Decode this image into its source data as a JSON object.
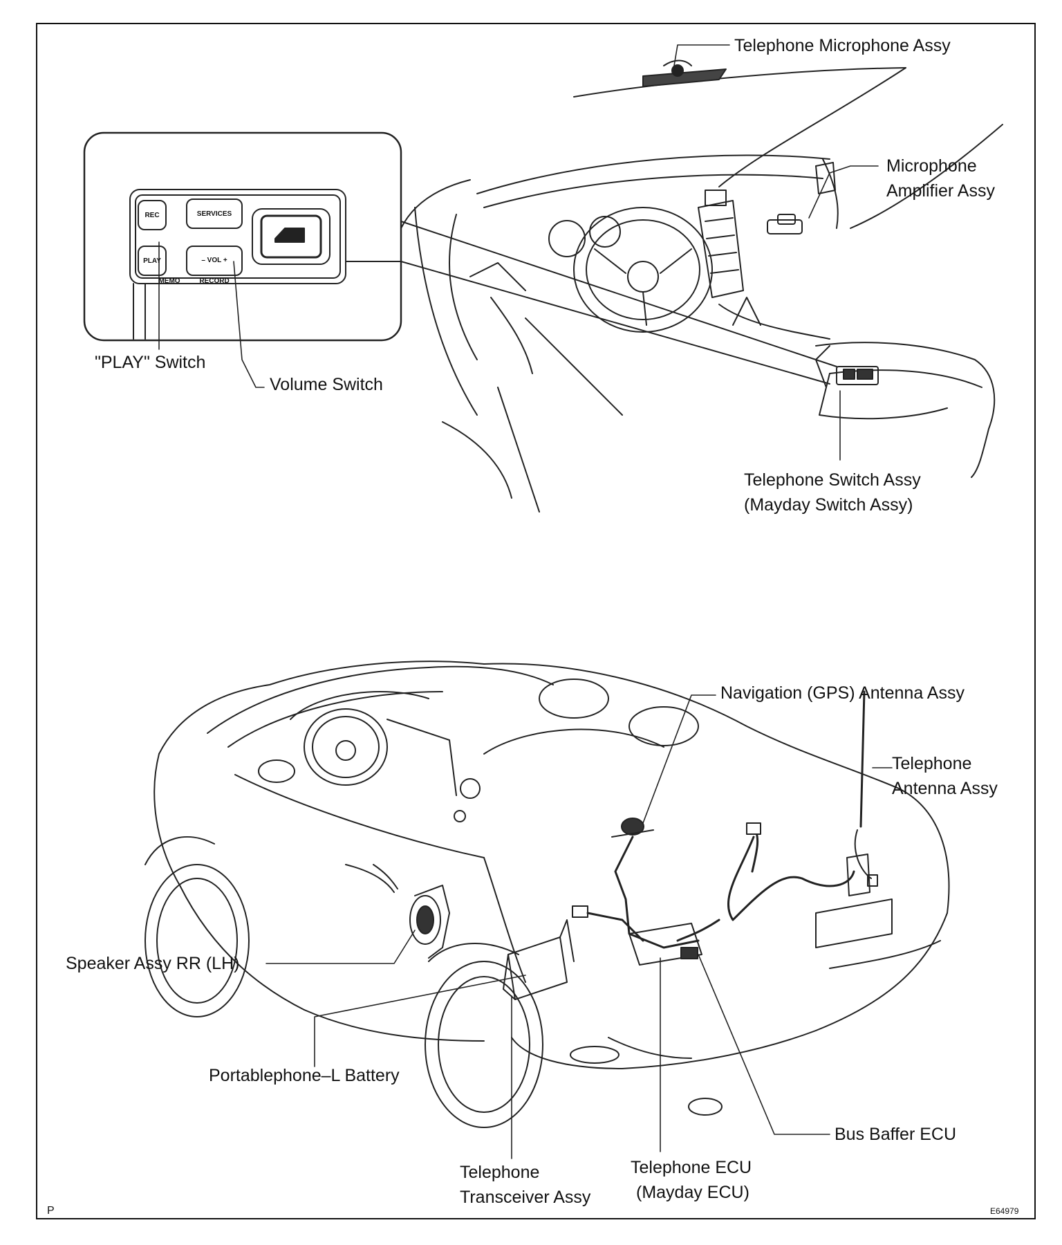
{
  "labels": {
    "telephone_microphone_assy": "Telephone Microphone Assy",
    "microphone_amplifier_line1": "Microphone",
    "microphone_amplifier_line2": "Amplifier Assy",
    "play_switch": "\"PLAY\" Switch",
    "volume_switch": "Volume Switch",
    "telephone_switch_line1": "Telephone Switch Assy",
    "telephone_switch_line2": "(Mayday Switch Assy)",
    "navigation_antenna": "Navigation (GPS) Antenna Assy",
    "telephone_antenna_line1": "Telephone",
    "telephone_antenna_line2": "Antenna Assy",
    "speaker_rr_lh": "Speaker Assy RR (LH)",
    "portablephone_battery": "Portablephone–L Battery",
    "bus_baffer_ecu": "Bus Baffer ECU",
    "telephone_transceiver_line1": "Telephone",
    "telephone_transceiver_line2": "Transceiver Assy",
    "telephone_ecu_line1": "Telephone ECU",
    "telephone_ecu_line2": "(Mayday ECU)"
  },
  "switch_panel": {
    "rec": "REC",
    "services": "SERVICES",
    "play": "PLAY",
    "vol": "– VOL +",
    "memo": "MEMO",
    "record": "RECORD"
  },
  "footer": {
    "corner_mark": "P",
    "figure_code": "E64979"
  }
}
